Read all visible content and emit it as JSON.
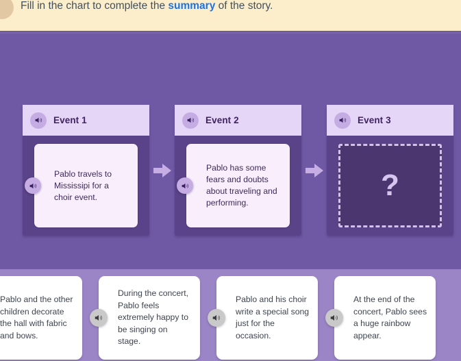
{
  "header": {
    "instruction_pre": "Fill in the chart to complete the ",
    "instruction_link": "summary",
    "instruction_post": " of the story.",
    "avatar_icon": "avatar-circle"
  },
  "chart": {
    "events": [
      {
        "title": "Event 1",
        "speaker_icon": "speaker-icon",
        "note_speaker_icon": "speaker-icon",
        "text": "Pablo travels to Mississipi for a choir event.",
        "filled": true
      },
      {
        "title": "Event 2",
        "speaker_icon": "speaker-icon",
        "note_speaker_icon": "speaker-icon",
        "text": "Pablo has some fears and doubts about traveling and performing.",
        "filled": true
      },
      {
        "title": "Event 3",
        "speaker_icon": "speaker-icon",
        "note_speaker_icon": "speaker-icon",
        "text": "?",
        "filled": false
      }
    ],
    "arrow_icon": "arrow-right-icon"
  },
  "tray": {
    "cards": [
      {
        "text": "Pablo and the other children decorate the hall with fabric and bows.",
        "speaker_icon": "speaker-icon"
      },
      {
        "text": "During the concert, Pablo feels extremely happy to be singing on stage.",
        "speaker_icon": "speaker-icon"
      },
      {
        "text": "Pablo and his choir write a special song just for the occasion.",
        "speaker_icon": "speaker-icon"
      },
      {
        "text": "At the end of the concert, Pablo sees a huge rainbow appear.",
        "speaker_icon": "speaker-icon"
      }
    ]
  },
  "colors": {
    "header_bg": "#fdeecb",
    "link": "#1a73e8",
    "stage_bg": "#6f58a4",
    "event_head": "#e5d5f7",
    "event_body": "#5a4388",
    "note_bg": "#f9effc",
    "dropzone_bg": "#4b3670",
    "dropzone_border": "#d4c2ec",
    "tray_bg": "#9b85c6",
    "card_bg": "#ffffff",
    "arrow": "#c6aee4"
  }
}
